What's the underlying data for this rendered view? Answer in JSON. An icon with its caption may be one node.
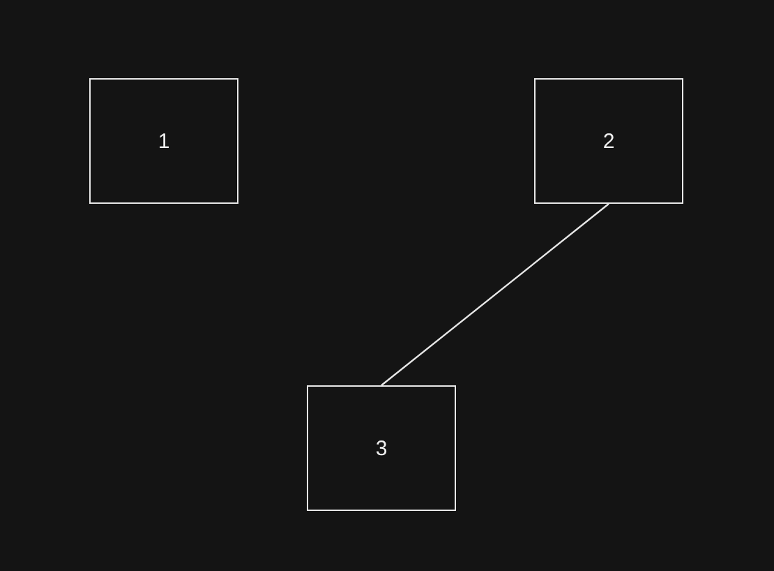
{
  "diagram": {
    "nodes": [
      {
        "text": [
          "1"
        ]
      },
      {
        "text": [
          "2"
        ]
      },
      {
        "text": [
          "3"
        ]
      }
    ],
    "edges": [
      {
        "from": 1,
        "to": 2,
        "arrow": "none"
      }
    ]
  }
}
